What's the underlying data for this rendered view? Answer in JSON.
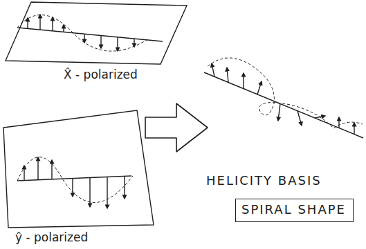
{
  "diagram": {
    "nodes": [
      {
        "text": [
          "SPIRAL SHAPE"
        ]
      }
    ],
    "labels": [
      "X̂ - polarized",
      "ŷ - polarized",
      "HELICITY BASIS"
    ]
  }
}
